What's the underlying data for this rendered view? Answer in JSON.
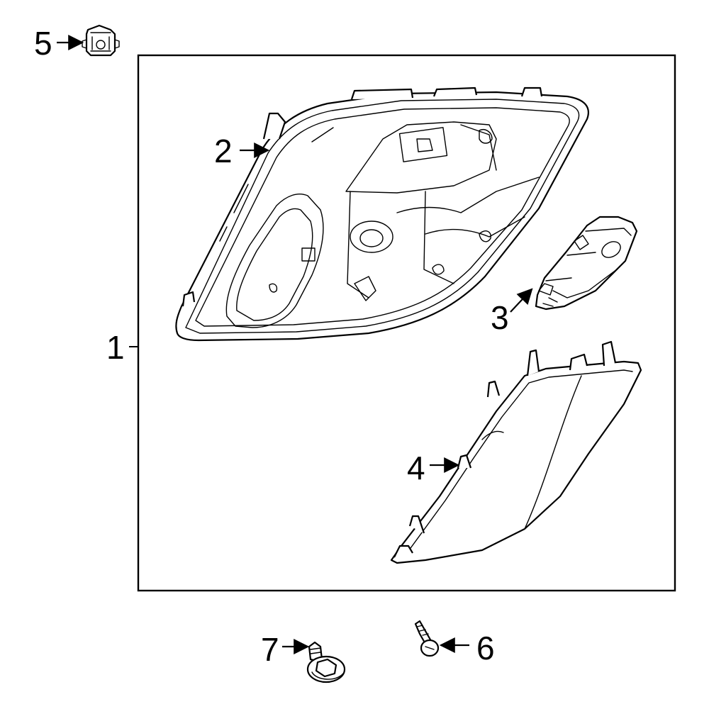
{
  "callouts": {
    "c1": "1",
    "c2": "2",
    "c3": "3",
    "c4": "4",
    "c5": "5",
    "c6": "6",
    "c7": "7"
  },
  "parts": [
    {
      "id": "1",
      "icon": "assembly-frame"
    },
    {
      "id": "2",
      "icon": "console-housing-icon"
    },
    {
      "id": "3",
      "icon": "map-lamp-icon"
    },
    {
      "id": "4",
      "icon": "trim-bezel-icon"
    },
    {
      "id": "5",
      "icon": "clip-icon"
    },
    {
      "id": "6",
      "icon": "screw-icon"
    },
    {
      "id": "7",
      "icon": "bolt-icon"
    }
  ],
  "colors": {
    "ink": "#000000",
    "paper": "#ffffff"
  }
}
